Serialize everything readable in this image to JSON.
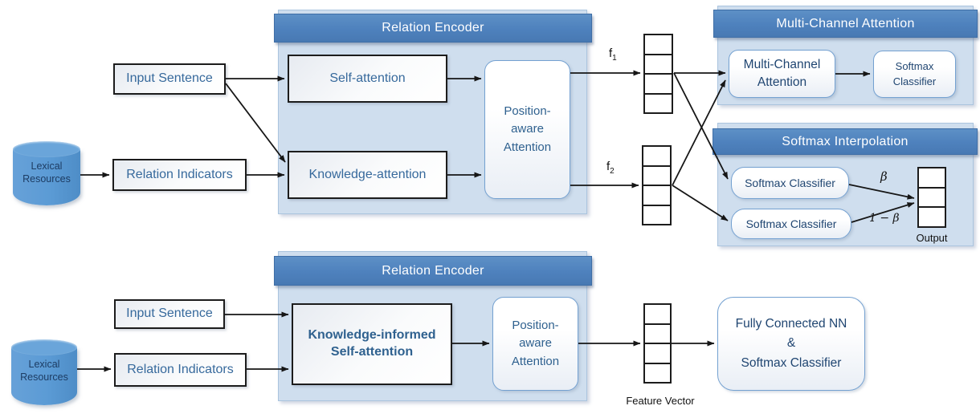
{
  "colors": {
    "header_blue": "#4e81bd",
    "panel_bg": "#cfdeee",
    "cylinder_blue": "#5b9bd5",
    "box_text_blue": "#36699c",
    "navy_text": "#1f4571",
    "rounded_border_blue": "#74a1d1",
    "arrow_black": "#161616"
  },
  "top_flow": {
    "lexical_resources": "Lexical Resources",
    "input_sentence": "Input Sentence",
    "relation_indicators": "Relation Indicators",
    "relation_encoder": {
      "title": "Relation Encoder",
      "self_attention": "Self-attention",
      "knowledge_attention": "Knowledge-attention",
      "position_aware_attention": "Position-aware Attention"
    },
    "f1": {
      "base": "f",
      "sub": "1"
    },
    "f2": {
      "base": "f",
      "sub": "2"
    },
    "multi_channel_panel": {
      "title": "Multi-Channel Attention",
      "attention_box": "Multi-Channel Attention",
      "softmax_classifier": "Softmax Classifier"
    },
    "softmax_interpolation_panel": {
      "title": "Softmax Interpolation",
      "softmax_classifier_1": "Softmax Classifier",
      "softmax_classifier_2": "Softmax Classifier",
      "beta": "β",
      "one_minus_beta": "1 − β",
      "output": "Output"
    }
  },
  "bottom_flow": {
    "lexical_resources": "Lexical Resources",
    "input_sentence": "Input Sentence",
    "relation_indicators": "Relation Indicators",
    "relation_encoder": {
      "title": "Relation Encoder",
      "knowledge_informed_self_attention": "Knowledge-informed Self-attention",
      "position_aware_attention": "Position-aware Attention"
    },
    "feature_vector": "Feature Vector",
    "classifier": {
      "lines": [
        "Fully Connected NN",
        "&",
        "Softmax Classifier"
      ]
    }
  }
}
